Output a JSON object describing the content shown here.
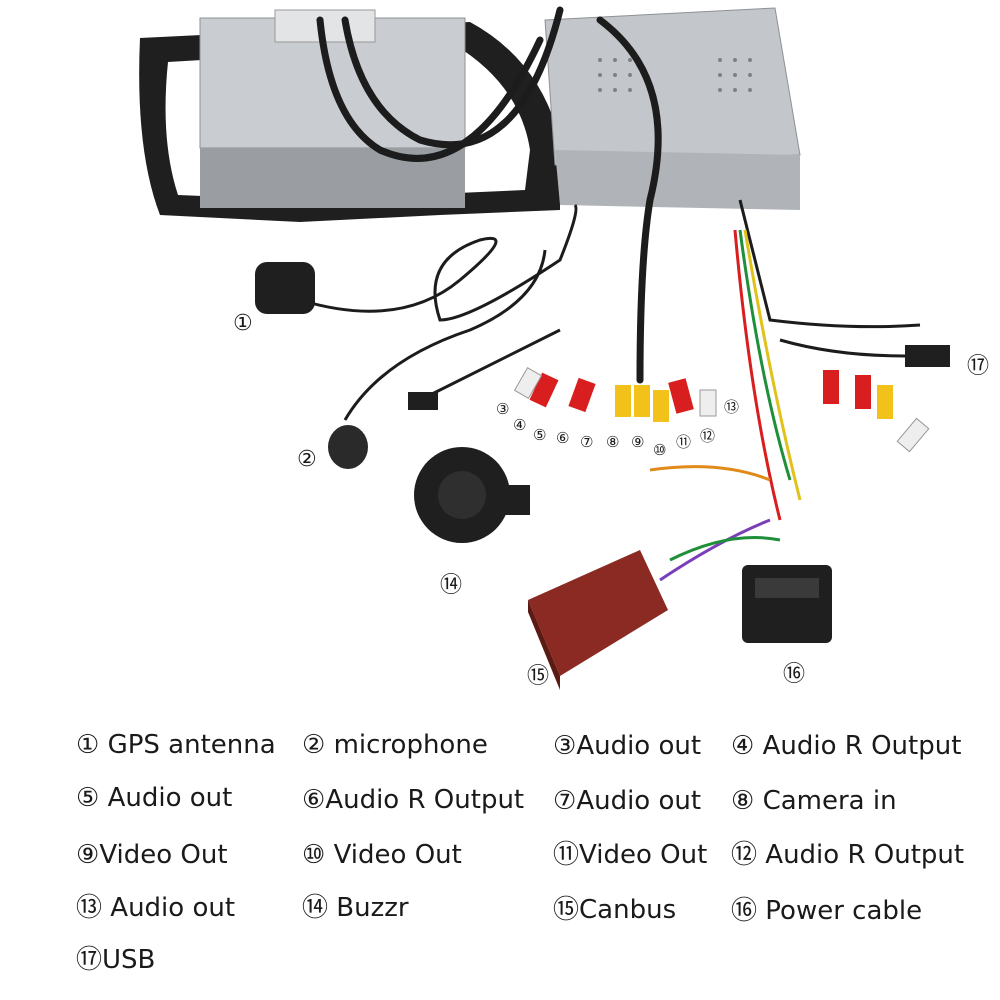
{
  "callouts": {
    "c1": "①",
    "c2": "②",
    "c3": "③",
    "c4": "④",
    "c5": "⑤",
    "c6": "⑥",
    "c7": "⑦",
    "c8": "⑧",
    "c9": "⑨",
    "c10": "⑩",
    "c11": "⑪",
    "c12": "⑫",
    "c13": "⑬",
    "c14": "⑭",
    "c15": "⑮",
    "c16": "⑯",
    "c17": "⑰"
  },
  "legend": [
    {
      "num": "①",
      "label": "GPS antenna"
    },
    {
      "num": "②",
      "label": "microphone"
    },
    {
      "num": "③",
      "label": "Audio out"
    },
    {
      "num": "④",
      "label": "Audio R Output"
    },
    {
      "num": "⑤",
      "label": "Audio out"
    },
    {
      "num": "⑥",
      "label": "Audio R Output"
    },
    {
      "num": "⑦",
      "label": "Audio out"
    },
    {
      "num": "⑧",
      "label": "Camera in"
    },
    {
      "num": "⑨",
      "label": "Video Out"
    },
    {
      "num": "⑩",
      "label": "Video Out"
    },
    {
      "num": "⑪",
      "label": "Video Out"
    },
    {
      "num": "⑫",
      "label": "Audio R Output"
    },
    {
      "num": "⑬",
      "label": "Audio out"
    },
    {
      "num": "⑭",
      "label": "Buzzr"
    },
    {
      "num": "⑮",
      "label": "Canbus"
    },
    {
      "num": "⑯",
      "label": "Power cable"
    },
    {
      "num": "⑰",
      "label": "USB"
    }
  ],
  "colors": {
    "frame": "#1f1f1f",
    "metal": "#c9ccd0",
    "metal_dark": "#9a9ea3",
    "rca_red": "#d81e1e",
    "rca_yellow": "#f2c21a",
    "rca_white": "#eeeeee",
    "canbus_box": "#8a2a22",
    "cable": "#1c1c1c"
  }
}
